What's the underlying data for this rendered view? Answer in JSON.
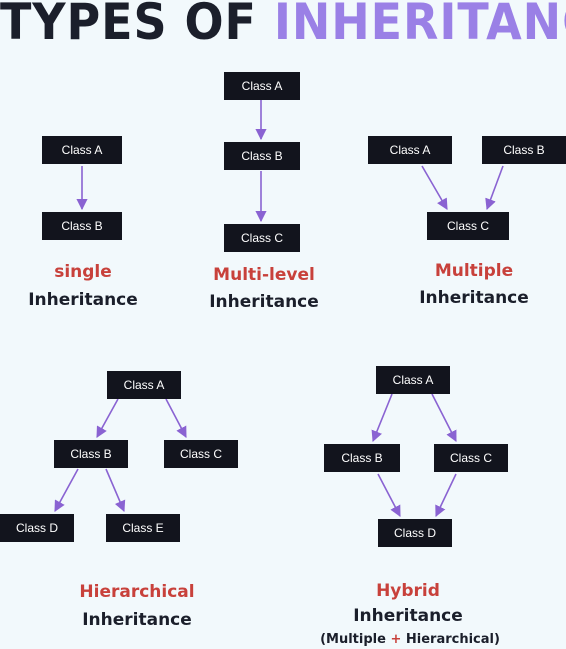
{
  "title": {
    "part1": "TYPES OF",
    "part2": "INHERITANCE"
  },
  "colors": {
    "accent_purple": "#9a80e6",
    "label_red": "#c8413b",
    "box_dark": "#12141d",
    "background": "#f2f9fc"
  },
  "single": {
    "nodes": [
      "Class A",
      "Class B"
    ],
    "name": "single",
    "caption": "Inheritance"
  },
  "multilevel": {
    "nodes": [
      "Class A",
      "Class B",
      "Class C"
    ],
    "name": "Multi-level",
    "caption": "Inheritance"
  },
  "multiple": {
    "nodes": [
      "Class A",
      "Class B",
      "Class C"
    ],
    "name": "Multiple",
    "caption": "Inheritance"
  },
  "hierarchical": {
    "nodes": [
      "Class A",
      "Class B",
      "Class C",
      "Class D",
      "Class E"
    ],
    "name": "Hierarchical",
    "caption": "Inheritance"
  },
  "hybrid": {
    "nodes": [
      "Class A",
      "Class B",
      "Class C",
      "Class D"
    ],
    "name": "Hybrid",
    "caption": "Inheritance",
    "note_open": "(Multiple",
    "note_plus": "+",
    "note_close": "Hierarchical)"
  }
}
